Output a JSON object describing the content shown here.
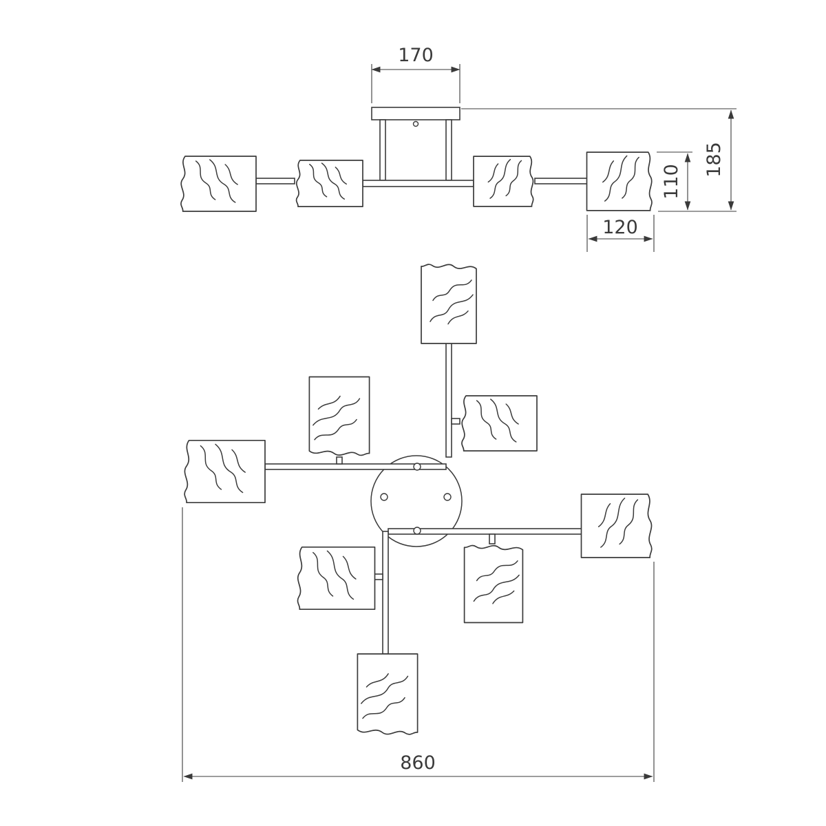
{
  "drawing": {
    "type": "technical-drawing",
    "subject": "ceiling chandelier with decorative glass shades, two orthographic views",
    "line_color": "#3a3a3a",
    "background_color": "#ffffff",
    "views": {
      "side": {
        "name": "side-view",
        "shade_count": 4
      },
      "plan": {
        "name": "plan-view",
        "shade_count": 8
      }
    },
    "dimensions": {
      "canopy_width": "170",
      "overall_height": "185",
      "shade_height": "110",
      "shade_width": "120",
      "overall_width": "860"
    }
  }
}
